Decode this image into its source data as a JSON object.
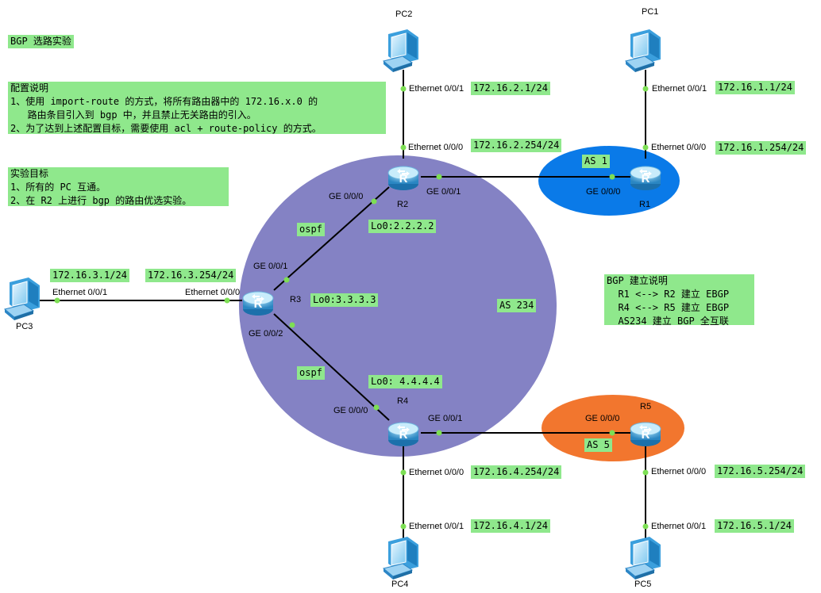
{
  "notes": {
    "title": "BGP 选路实验",
    "config": "配置说明\n1、使用 import-route 的方式，将所有路由器中的 172.16.x.0 的\n   路由条目引入到 bgp 中，并且禁止无关路由的引入。\n2、为了达到上述配置目标，需要使用 acl + route-policy 的方式。",
    "goal": "实验目标\n1、所有的 PC 互通。\n2、在 R2 上进行 bgp 的路由优选实验。",
    "bgp": "BGP 建立说明\n  R1 <--> R2 建立 EBGP\n  R4 <--> R5 建立 EBGP\n  AS234 建立 BGP 全互联"
  },
  "areas": {
    "as234": "AS 234",
    "as1": "AS 1",
    "as5": "AS 5",
    "ospf_upper": "ospf",
    "ospf_lower": "ospf",
    "colors": {
      "as234": "#8482c4",
      "as1": "#0a7ae8",
      "as5": "#f2762e",
      "note_bg": "#8fe88c",
      "link_dot": "#7ddf54"
    }
  },
  "devices": {
    "pc1": "PC1",
    "pc2": "PC2",
    "pc3": "PC3",
    "pc4": "PC4",
    "pc5": "PC5",
    "r1": "R1",
    "r2": "R2",
    "r3": "R3",
    "r4": "R4",
    "r5": "R5"
  },
  "interfaces": {
    "pc2_eth": "Ethernet 0/0/1",
    "r2_eth": "Ethernet 0/0/0",
    "pc1_eth": "Ethernet 0/0/1",
    "r1_eth": "Ethernet 0/0/0",
    "r2_ge000": "GE 0/0/0",
    "r2_ge001": "GE 0/0/1",
    "r1_ge000": "GE 0/0/0",
    "r3_ge001": "GE 0/0/1",
    "r3_ge002": "GE 0/0/2",
    "pc3_eth": "Ethernet 0/0/1",
    "r3_eth": "Ethernet 0/0/0",
    "r4_ge000": "GE 0/0/0",
    "r4_ge001": "GE 0/0/1",
    "r5_ge000": "GE 0/0/0",
    "r4_eth": "Ethernet 0/0/0",
    "pc4_eth": "Ethernet 0/0/1",
    "r5_eth": "Ethernet 0/0/0",
    "pc5_eth": "Ethernet 0/0/1"
  },
  "addresses": {
    "pc2": "172.16.2.1/24",
    "r2_eth": "172.16.2.254/24",
    "pc1": "172.16.1.1/24",
    "r1_eth": "172.16.1.254/24",
    "pc3": "172.16.3.1/24",
    "r3_eth": "172.16.3.254/24",
    "r2_lo": "Lo0:2.2.2.2",
    "r3_lo": "Lo0:3.3.3.3",
    "r4_lo": "Lo0: 4.4.4.4",
    "r4_eth": "172.16.4.254/24",
    "pc4": "172.16.4.1/24",
    "r5_eth": "172.16.5.254/24",
    "pc5": "172.16.5.1/24"
  }
}
